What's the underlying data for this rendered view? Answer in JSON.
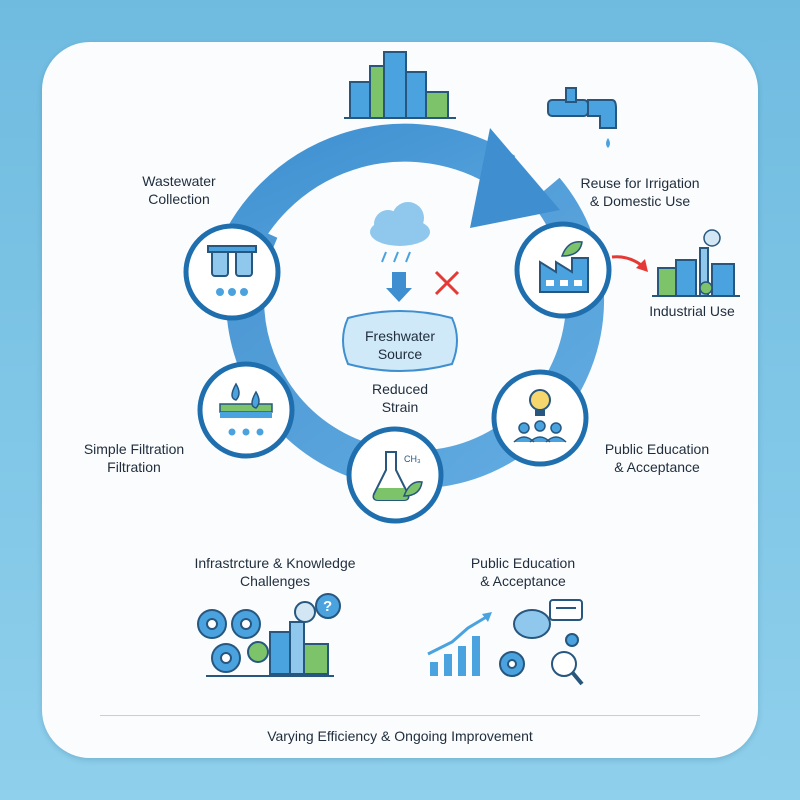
{
  "labels": {
    "wastewater_collection": [
      "Wastewater",
      "Collection"
    ],
    "reuse": [
      "Reuse for Irrigation",
      "& Domestic Use"
    ],
    "industrial_use": "Industrial Use",
    "freshwater_source": [
      "Freshwater",
      "Source"
    ],
    "reduced_strain": [
      "Reduced",
      "Strain"
    ],
    "simple_filtration": [
      "Simple Filtration",
      "Filtration"
    ],
    "public_education_right": [
      "Public Education",
      "& Acceptance"
    ],
    "infrastructure": [
      "Infrastrcture & Knowledge",
      "Challenges"
    ],
    "public_education_bottom": [
      "Public Education",
      "& Acceptance"
    ],
    "flask_formula": "CH₃",
    "question_mark": "?",
    "footer": "Varying Efficiency & Ongoing Improvement"
  },
  "colors": {
    "cycle_blue": "#3f8fd0",
    "cycle_blue_light": "#7fbde8",
    "node_border": "#1f6fae",
    "icon_dark": "#27577f",
    "icon_blue": "#4aa3df",
    "icon_green": "#7cc36a",
    "red_accent": "#e53935",
    "freshwater_fill": "#cfe9f8"
  },
  "icons": [
    "city-icon",
    "faucet-icon",
    "cloud-rain-icon",
    "red-x-icon",
    "filter-cartridges-icon",
    "factory-leaf-icon",
    "factory-icon",
    "filtration-layers-icon",
    "flask-icon",
    "lightbulb-people-icon",
    "gears-factory-icon",
    "growth-chart-icon",
    "brain-gear-magnifier-icon"
  ]
}
